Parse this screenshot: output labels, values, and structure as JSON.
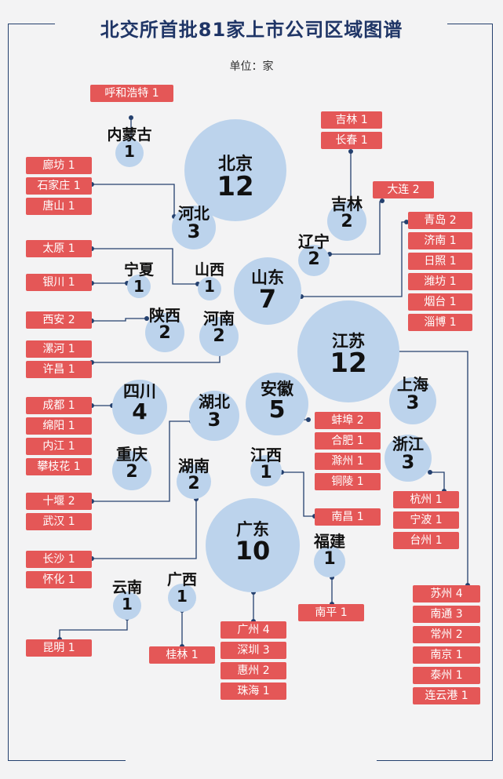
{
  "title": "北交所首批81家上市公司区域图谱",
  "unit": "单位：家",
  "colors": {
    "bubble": "#bcd3ec",
    "city_box": "#e45757",
    "line": "#24406e",
    "title": "#1f3566"
  },
  "provinces": [
    {
      "id": "beijing",
      "name": "北京",
      "count": "12"
    },
    {
      "id": "neimenggu",
      "name": "内蒙古",
      "count": "1"
    },
    {
      "id": "hebei",
      "name": "河北",
      "count": "3"
    },
    {
      "id": "jilin",
      "name": "吉林",
      "count": "2"
    },
    {
      "id": "liaoning",
      "name": "辽宁",
      "count": "2"
    },
    {
      "id": "ningxia",
      "name": "宁夏",
      "count": "1"
    },
    {
      "id": "shanxi",
      "name": "山西",
      "count": "1"
    },
    {
      "id": "shandong",
      "name": "山东",
      "count": "7"
    },
    {
      "id": "shaanxi",
      "name": "陕西",
      "count": "2"
    },
    {
      "id": "henan",
      "name": "河南",
      "count": "2"
    },
    {
      "id": "jiangsu",
      "name": "江苏",
      "count": "12"
    },
    {
      "id": "sichuan",
      "name": "四川",
      "count": "4"
    },
    {
      "id": "hubei",
      "name": "湖北",
      "count": "3"
    },
    {
      "id": "anhui",
      "name": "安徽",
      "count": "5"
    },
    {
      "id": "shanghai",
      "name": "上海",
      "count": "3"
    },
    {
      "id": "chongqing",
      "name": "重庆",
      "count": "2"
    },
    {
      "id": "hunan",
      "name": "湖南",
      "count": "2"
    },
    {
      "id": "jiangxi",
      "name": "江西",
      "count": "1"
    },
    {
      "id": "zhejiang",
      "name": "浙江",
      "count": "3"
    },
    {
      "id": "guangdong",
      "name": "广东",
      "count": "10"
    },
    {
      "id": "fujian",
      "name": "福建",
      "count": "1"
    },
    {
      "id": "yunnan",
      "name": "云南",
      "count": "1"
    },
    {
      "id": "guangxi",
      "name": "广西",
      "count": "1"
    }
  ],
  "city_groups": [
    {
      "province": "neimenggu",
      "cities": [
        "呼和浩特 1"
      ]
    },
    {
      "province": "hebei",
      "cities": [
        "廊坊 1",
        "石家庄 1",
        "唐山 1"
      ]
    },
    {
      "province": "jilin",
      "cities": [
        "吉林 1",
        "长春 1"
      ]
    },
    {
      "province": "liaoning",
      "cities": [
        "大连 2"
      ]
    },
    {
      "province": "shandong",
      "cities": [
        "青岛 2",
        "济南 1",
        "日照 1",
        "潍坊 1",
        "烟台 1",
        "淄博 1"
      ]
    },
    {
      "province": "shanxi",
      "cities": [
        "太原 1"
      ]
    },
    {
      "province": "ningxia",
      "cities": [
        "银川 1"
      ]
    },
    {
      "province": "shaanxi",
      "cities": [
        "西安 2"
      ]
    },
    {
      "province": "henan",
      "cities": [
        "漯河 1",
        "许昌 1"
      ]
    },
    {
      "province": "sichuan",
      "cities": [
        "成都 1",
        "绵阳 1",
        "内江 1",
        "攀枝花 1"
      ]
    },
    {
      "province": "anhui",
      "cities": [
        "蚌埠 2",
        "合肥 1",
        "滁州 1",
        "铜陵 1"
      ]
    },
    {
      "province": "hubei",
      "cities": [
        "十堰 2",
        "武汉 1"
      ]
    },
    {
      "province": "jiangxi",
      "cities": [
        "南昌 1"
      ]
    },
    {
      "province": "zhejiang",
      "cities": [
        "杭州 1",
        "宁波 1",
        "台州 1"
      ]
    },
    {
      "province": "hunan",
      "cities": [
        "长沙 1",
        "怀化 1"
      ]
    },
    {
      "province": "fujian",
      "cities": [
        "南平 1"
      ]
    },
    {
      "province": "jiangsu",
      "cities": [
        "苏州 4",
        "南通 3",
        "常州 2",
        "南京 1",
        "泰州 1",
        "连云港 1"
      ]
    },
    {
      "province": "yunnan",
      "cities": [
        "昆明 1"
      ]
    },
    {
      "province": "guangxi",
      "cities": [
        "桂林 1"
      ]
    },
    {
      "province": "guangdong",
      "cities": [
        "广州 4",
        "深圳 3",
        "惠州 2",
        "珠海 1"
      ]
    }
  ]
}
